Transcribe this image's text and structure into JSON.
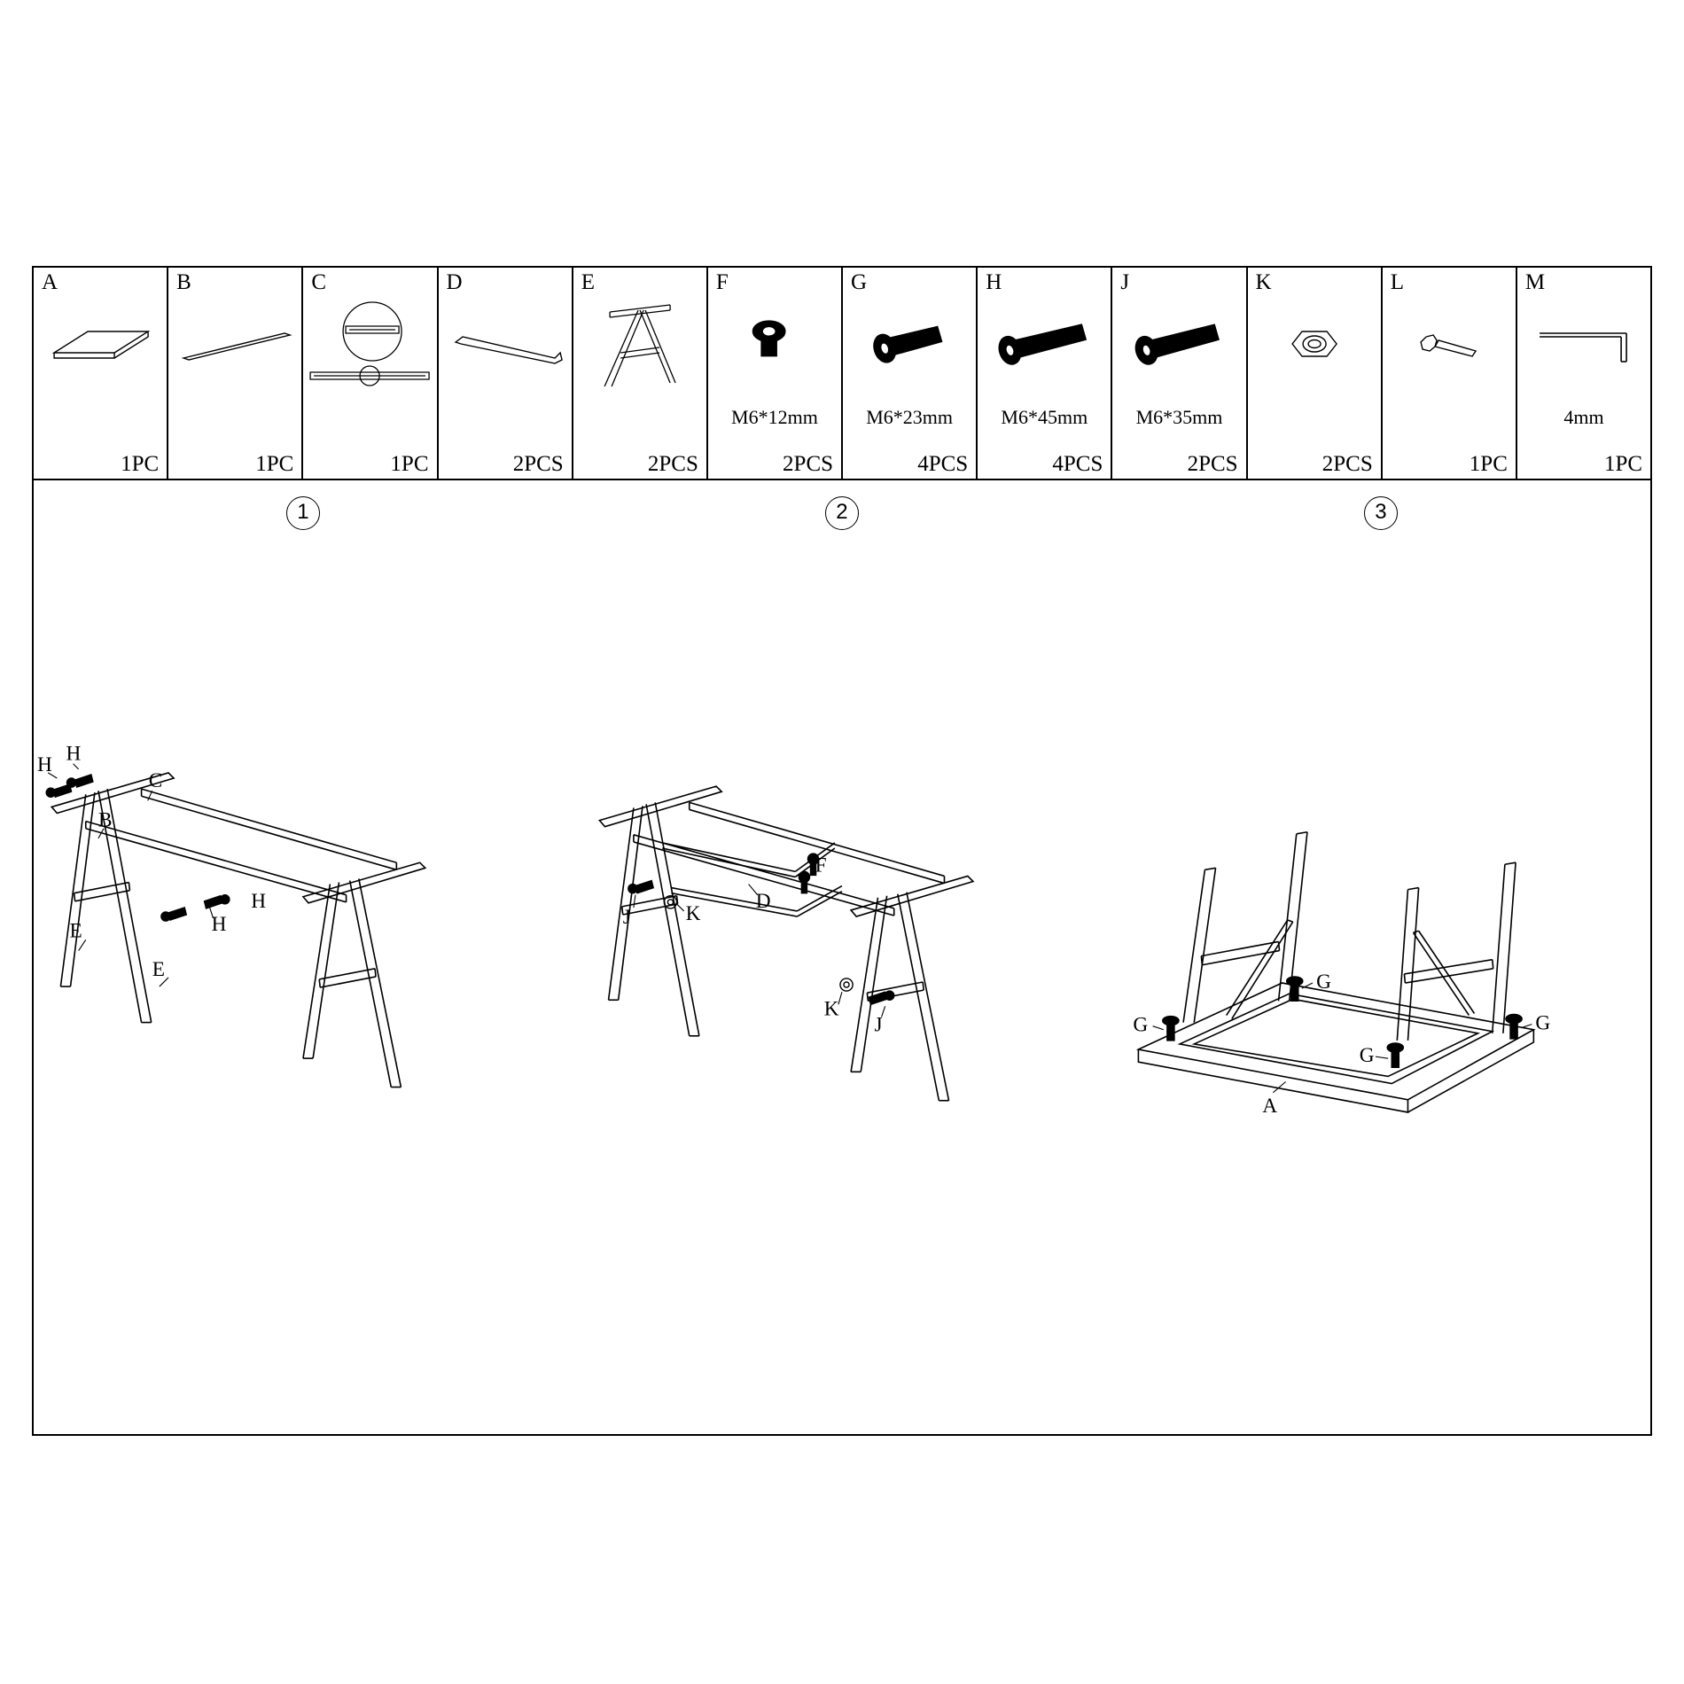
{
  "document": {
    "type": "assembly-instruction-diagram",
    "title": "",
    "line_color": "#000000"
  },
  "parts": [
    {
      "letter": "A",
      "spec": "",
      "qty": "1PC",
      "art": "tabletop-panel"
    },
    {
      "letter": "B",
      "spec": "",
      "qty": "1PC",
      "art": "long-rail"
    },
    {
      "letter": "C",
      "spec": "",
      "qty": "1PC",
      "art": "long-rail-detail-circle"
    },
    {
      "letter": "D",
      "spec": "",
      "qty": "2PCS",
      "art": "angled-brace"
    },
    {
      "letter": "E",
      "spec": "",
      "qty": "2PCS",
      "art": "a-frame-leg"
    },
    {
      "letter": "F",
      "spec": "M6*12mm",
      "qty": "2PCS",
      "art": "bolt-short"
    },
    {
      "letter": "G",
      "spec": "M6*23mm",
      "qty": "4PCS",
      "art": "bolt-medium"
    },
    {
      "letter": "H",
      "spec": "M6*45mm",
      "qty": "4PCS",
      "art": "bolt-long"
    },
    {
      "letter": "J",
      "spec": "M6*35mm",
      "qty": "2PCS",
      "art": "bolt-long2"
    },
    {
      "letter": "K",
      "spec": "",
      "qty": "2PCS",
      "art": "hex-nut"
    },
    {
      "letter": "L",
      "spec": "",
      "qty": "1PC",
      "art": "wrench"
    },
    {
      "letter": "M",
      "spec": "4mm",
      "qty": "1PC",
      "art": "allen-key"
    }
  ],
  "steps": [
    {
      "number": "1",
      "callouts": [
        "H",
        "H",
        "C",
        "B",
        "H",
        "H",
        "E",
        "E"
      ]
    },
    {
      "number": "2",
      "callouts": [
        "F",
        "D",
        "J",
        "K",
        "K",
        "J"
      ]
    },
    {
      "number": "3",
      "callouts": [
        "G",
        "G",
        "G",
        "G",
        "A"
      ]
    }
  ]
}
